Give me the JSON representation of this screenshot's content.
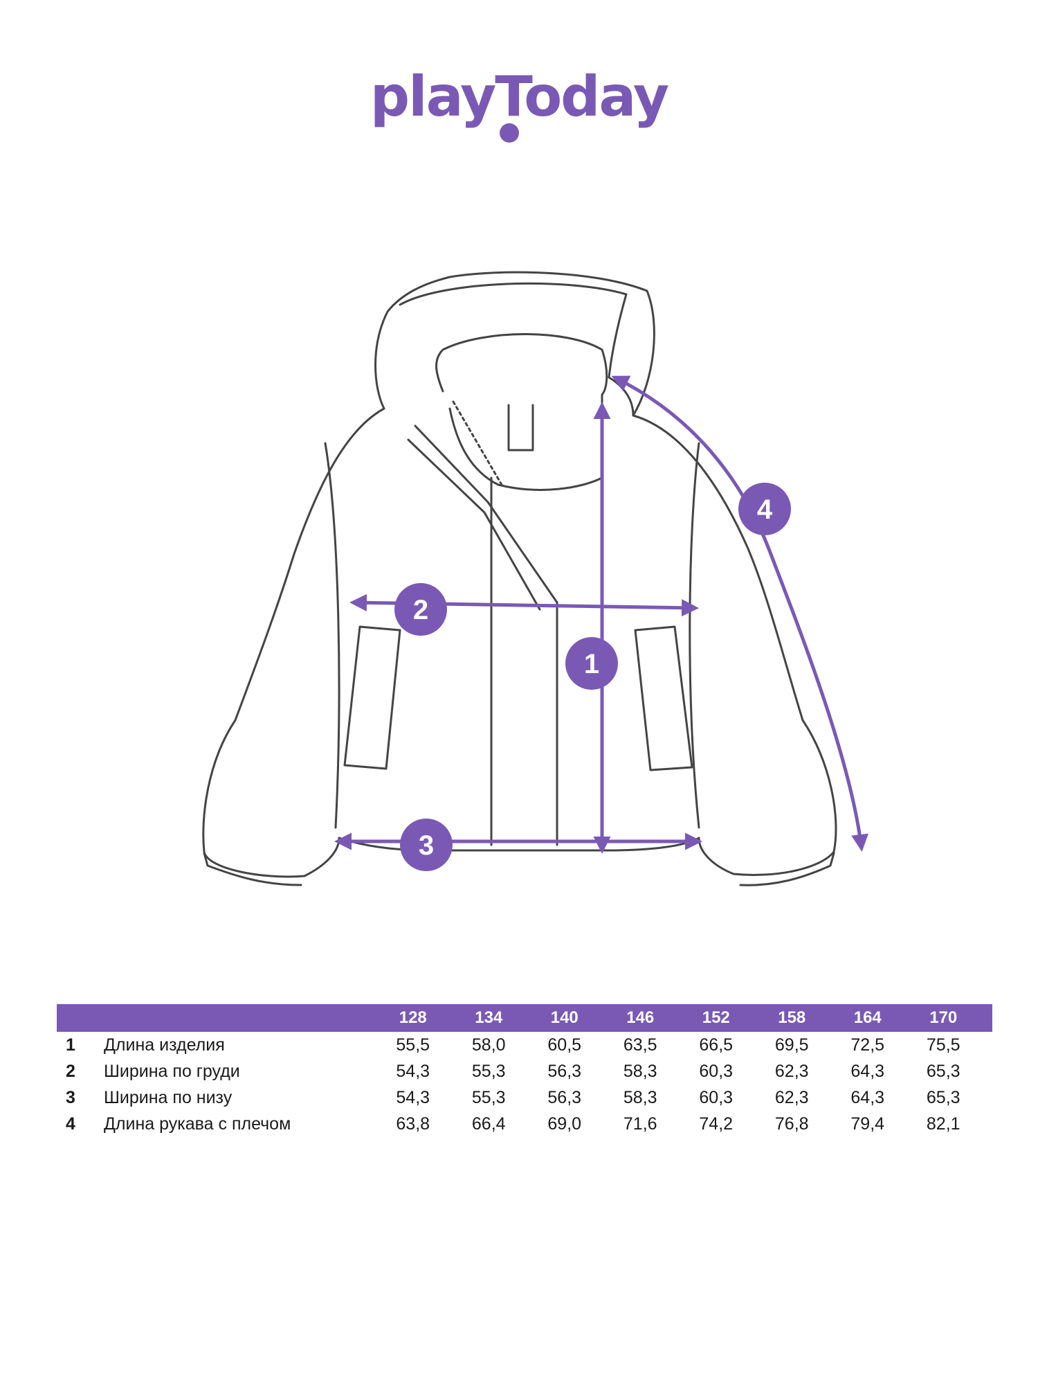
{
  "brand": {
    "name": "playToday",
    "color": "#7a59b5"
  },
  "callouts": [
    "1",
    "2",
    "3",
    "4"
  ],
  "size_chart": {
    "sizes": [
      "128",
      "134",
      "140",
      "146",
      "152",
      "158",
      "164",
      "170"
    ],
    "rows": [
      {
        "num": "1",
        "label": "Длина изделия",
        "values": [
          "55,5",
          "58,0",
          "60,5",
          "63,5",
          "66,5",
          "69,5",
          "72,5",
          "75,5"
        ]
      },
      {
        "num": "2",
        "label": "Ширина по груди",
        "values": [
          "54,3",
          "55,3",
          "56,3",
          "58,3",
          "60,3",
          "62,3",
          "64,3",
          "65,3"
        ]
      },
      {
        "num": "3",
        "label": "Ширина по низу",
        "values": [
          "54,3",
          "55,3",
          "56,3",
          "58,3",
          "60,3",
          "62,3",
          "64,3",
          "65,3"
        ]
      },
      {
        "num": "4",
        "label": "Длина рукава с плечом",
        "values": [
          "63,8",
          "66,4",
          "69,0",
          "71,6",
          "74,2",
          "76,8",
          "79,4",
          "82,1"
        ]
      }
    ]
  }
}
